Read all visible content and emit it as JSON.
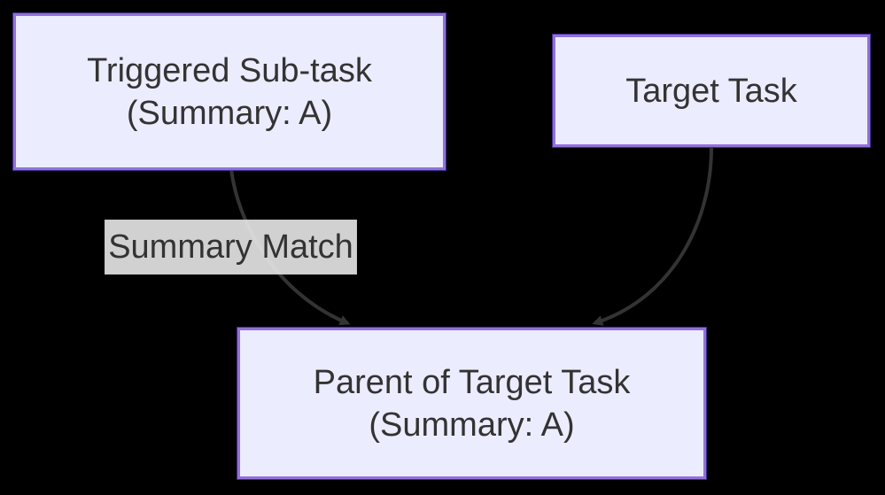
{
  "canvas": {
    "background": "#000000"
  },
  "diagram": {
    "type": "flowchart-top-down",
    "nodes": [
      {
        "id": "triggered-subtask",
        "line1": "Triggered Sub-task",
        "line2": "(Summary: A)"
      },
      {
        "id": "target-task",
        "line1": "Target Task"
      },
      {
        "id": "parent-of-target-task",
        "line1": "Parent of Target Task",
        "line2": "(Summary: A)"
      }
    ],
    "edges": [
      {
        "from": "Triggered Sub-task (Summary: A)",
        "to": "Parent of Target Task (Summary: A)",
        "label": "Summary Match"
      },
      {
        "from": "Target Task",
        "to": "Parent of Target Task (Summary: A)"
      }
    ],
    "colors": {
      "background": "#000000",
      "node_fill": "#ECECFF",
      "node_border": "#9370DB",
      "node_outline": "#4637A0",
      "edge_stroke": "#333333",
      "edge_label_bg": "#E8E8E8",
      "text": "#333333"
    }
  }
}
